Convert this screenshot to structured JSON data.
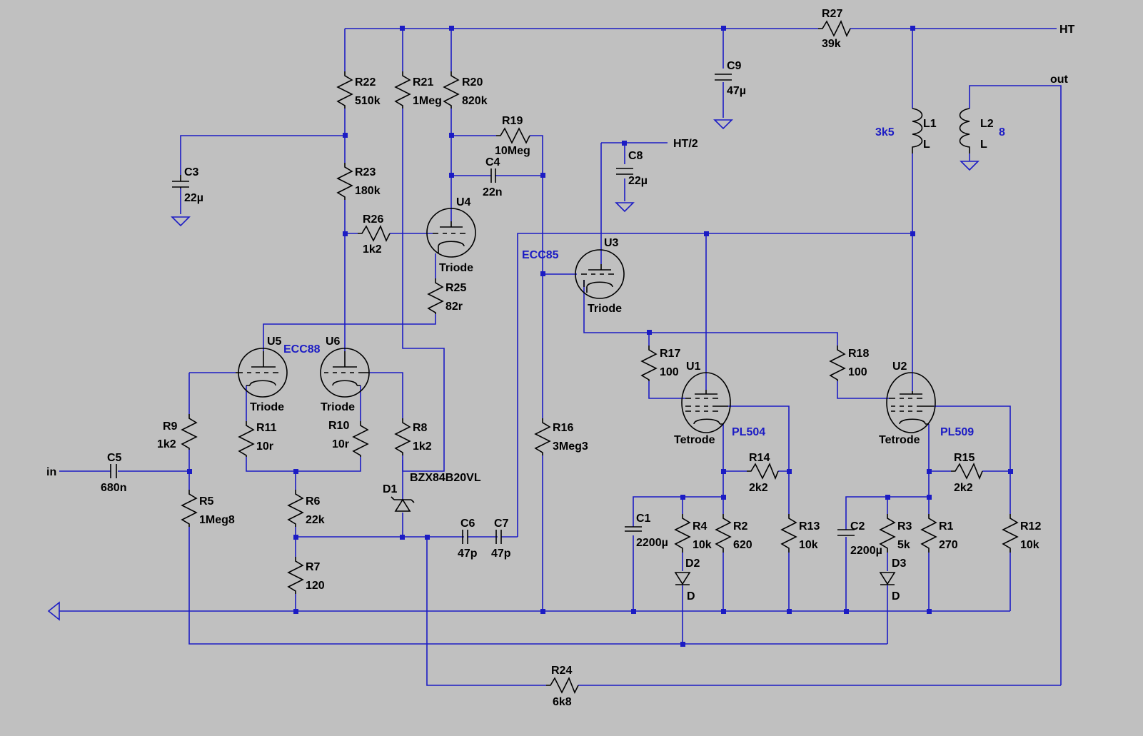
{
  "colors": {
    "background": "#c0c0c0",
    "wire": "#1c1cc4",
    "component": "#000000",
    "model_text": "#1c1cc4"
  },
  "nets": {
    "ht": "HT",
    "ht_half": "HT/2",
    "in": "in",
    "out": "out"
  },
  "resistors": {
    "R1": {
      "name": "R1",
      "value": "270"
    },
    "R2": {
      "name": "R2",
      "value": "620"
    },
    "R3": {
      "name": "R3",
      "value": "5k"
    },
    "R4": {
      "name": "R4",
      "value": "10k"
    },
    "R5": {
      "name": "R5",
      "value": "1Meg8"
    },
    "R6": {
      "name": "R6",
      "value": "22k"
    },
    "R7": {
      "name": "R7",
      "value": "120"
    },
    "R8": {
      "name": "R8",
      "value": "1k2"
    },
    "R9": {
      "name": "R9",
      "value": "1k2"
    },
    "R10": {
      "name": "R10",
      "value": "10r"
    },
    "R11": {
      "name": "R11",
      "value": "10r"
    },
    "R12": {
      "name": "R12",
      "value": "10k"
    },
    "R13": {
      "name": "R13",
      "value": "10k"
    },
    "R14": {
      "name": "R14",
      "value": "2k2"
    },
    "R15": {
      "name": "R15",
      "value": "2k2"
    },
    "R16": {
      "name": "R16",
      "value": "3Meg3"
    },
    "R17": {
      "name": "R17",
      "value": "100"
    },
    "R18": {
      "name": "R18",
      "value": "100"
    },
    "R19": {
      "name": "R19",
      "value": "10Meg"
    },
    "R20": {
      "name": "R20",
      "value": "820k"
    },
    "R21": {
      "name": "R21",
      "value": "1Meg"
    },
    "R22": {
      "name": "R22",
      "value": "510k"
    },
    "R23": {
      "name": "R23",
      "value": "180k"
    },
    "R24": {
      "name": "R24",
      "value": "6k8"
    },
    "R25": {
      "name": "R25",
      "value": "82r"
    },
    "R26": {
      "name": "R26",
      "value": "1k2"
    },
    "R27": {
      "name": "R27",
      "value": "39k"
    }
  },
  "capacitors": {
    "C1": {
      "name": "C1",
      "value": "2200µ"
    },
    "C2": {
      "name": "C2",
      "value": "2200µ"
    },
    "C3": {
      "name": "C3",
      "value": "22µ"
    },
    "C4": {
      "name": "C4",
      "value": "22n"
    },
    "C5": {
      "name": "C5",
      "value": "680n"
    },
    "C6": {
      "name": "C6",
      "value": "47p"
    },
    "C7": {
      "name": "C7",
      "value": "47p"
    },
    "C8": {
      "name": "C8",
      "value": "22µ"
    },
    "C9": {
      "name": "C9",
      "value": "47µ"
    }
  },
  "diodes": {
    "D1": {
      "name": "D1",
      "value": "BZX84B20VL"
    },
    "D2": {
      "name": "D2",
      "value": "D"
    },
    "D3": {
      "name": "D3",
      "value": "D"
    }
  },
  "inductors": {
    "L1": {
      "name": "L1",
      "type": "L",
      "value": "3k5"
    },
    "L2": {
      "name": "L2",
      "type": "L",
      "value": "8"
    }
  },
  "tubes": {
    "U1": {
      "name": "U1",
      "type": "Tetrode",
      "model": "PL504"
    },
    "U2": {
      "name": "U2",
      "type": "Tetrode",
      "model": "PL509"
    },
    "U3": {
      "name": "U3",
      "type": "Triode",
      "model": "ECC85"
    },
    "U4": {
      "name": "U4",
      "type": "Triode",
      "model": ""
    },
    "U5": {
      "name": "U5",
      "type": "Triode",
      "model": "ECC88"
    },
    "U6": {
      "name": "U6",
      "type": "Triode",
      "model": ""
    }
  }
}
